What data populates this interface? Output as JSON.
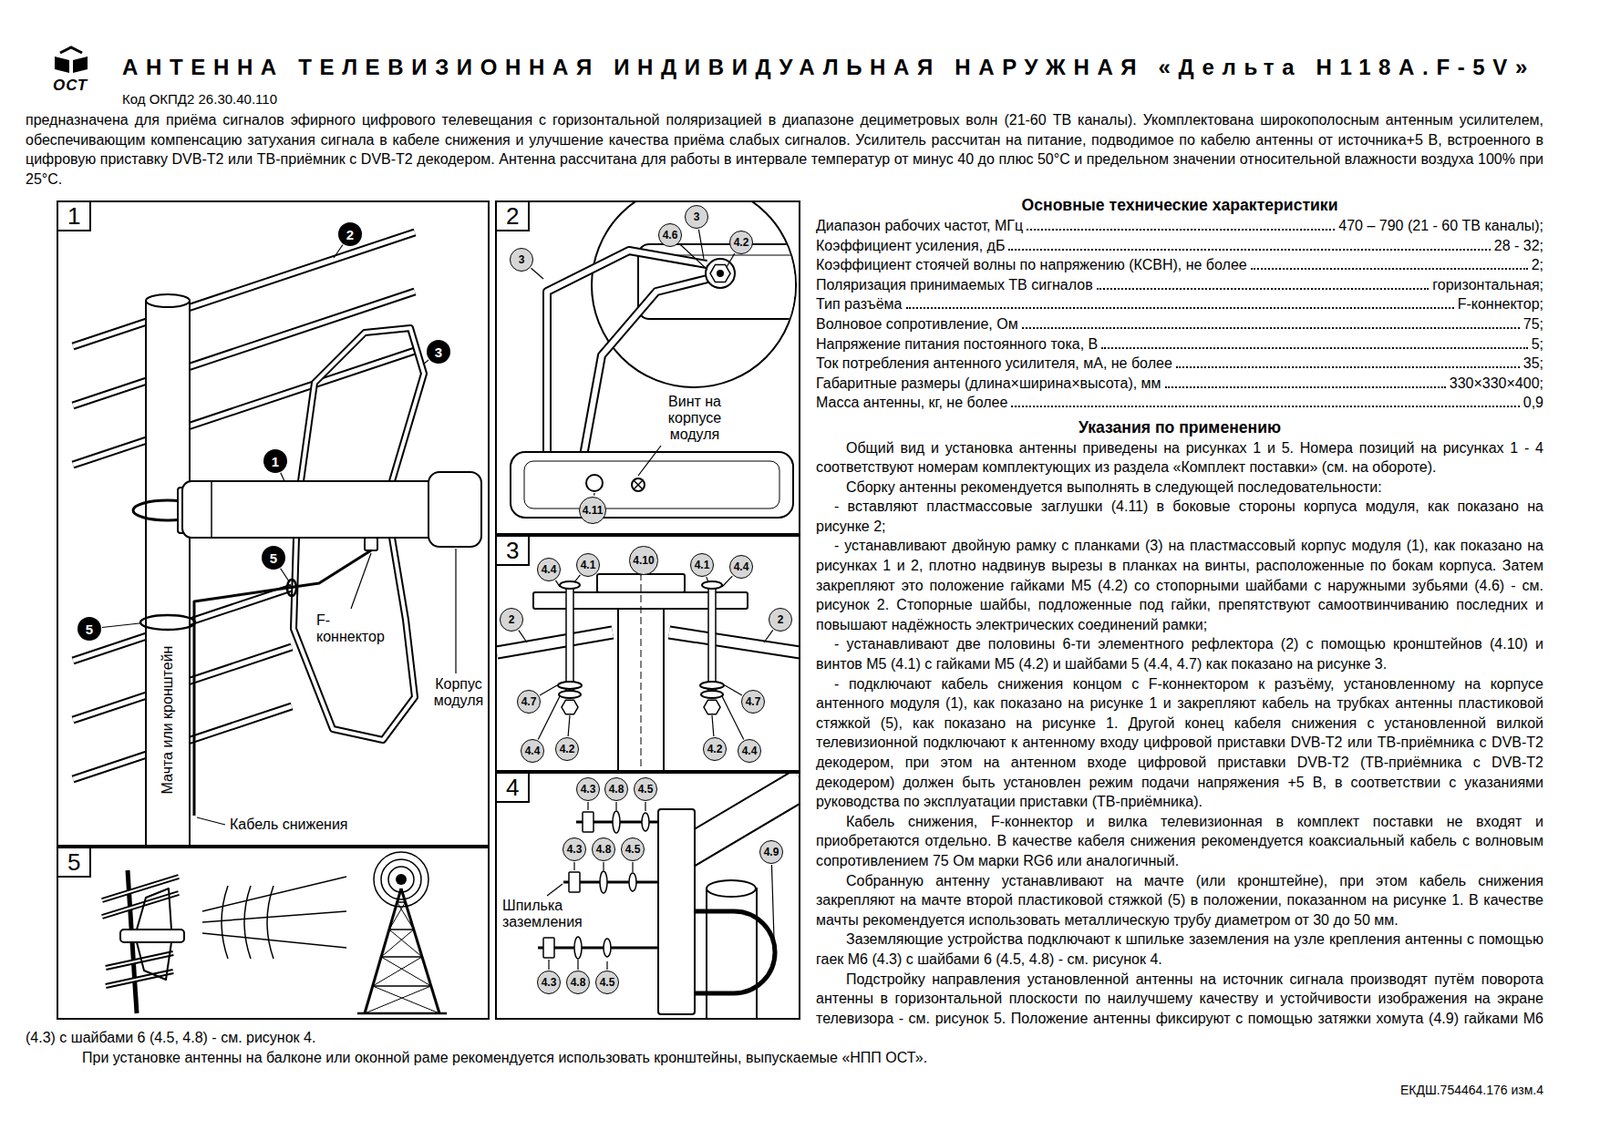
{
  "diagram": {
    "title": "АНТЕННА ТЕЛЕВИЗИОННАЯ ИНДИВИДУАЛЬНАЯ НАРУЖНАЯ «Дельта Н118А.F-5V»",
    "nodes": [
      {
        "text": [
          "1"
        ]
      },
      {
        "text": [
          "2"
        ],
        "in": 0
      },
      {
        "text": [
          "3"
        ],
        "in": 0
      },
      {
        "text": [
          "1"
        ],
        "in": 0
      },
      {
        "text": [
          "5"
        ],
        "in": 0
      },
      {
        "text": [
          "5"
        ],
        "in": 0
      },
      {
        "text": [
          "2"
        ]
      },
      {
        "text": [
          "3"
        ],
        "in": 6
      },
      {
        "text": [
          "4.6"
        ],
        "in": 6
      },
      {
        "text": [
          "4.2"
        ],
        "in": 6
      },
      {
        "text": [
          "3"
        ],
        "in": 6
      },
      {
        "text": [
          "4.11"
        ],
        "in": 6
      },
      {
        "text": [
          "3"
        ]
      },
      {
        "text": [
          "4.4"
        ],
        "in": 12
      },
      {
        "text": [
          "4.1"
        ],
        "in": 12
      },
      {
        "text": [
          "4.10"
        ],
        "in": 12
      },
      {
        "text": [
          "4.1"
        ],
        "in": 12
      },
      {
        "text": [
          "4.4"
        ],
        "in": 12
      },
      {
        "text": [
          "2"
        ],
        "in": 12
      },
      {
        "text": [
          "2"
        ],
        "in": 12
      },
      {
        "text": [
          "4.7"
        ],
        "in": 12
      },
      {
        "text": [
          "4.4"
        ],
        "in": 12
      },
      {
        "text": [
          "4.2"
        ],
        "in": 12
      },
      {
        "text": [
          "4.2"
        ],
        "in": 12
      },
      {
        "text": [
          "4.7"
        ],
        "in": 12
      },
      {
        "text": [
          "4.4"
        ],
        "in": 12
      },
      {
        "text": [
          "4"
        ]
      },
      {
        "text": [
          "4.3"
        ],
        "in": 26
      },
      {
        "text": [
          "4.8"
        ],
        "in": 26
      },
      {
        "text": [
          "4.5"
        ],
        "in": 26
      },
      {
        "text": [
          "4.3"
        ],
        "in": 26
      },
      {
        "text": [
          "4.8"
        ],
        "in": 26
      },
      {
        "text": [
          "4.5"
        ],
        "in": 26
      },
      {
        "text": [
          "4.9"
        ],
        "in": 26
      },
      {
        "text": [
          "4.3"
        ],
        "in": 26
      },
      {
        "text": [
          "4.8"
        ],
        "in": 26
      },
      {
        "text": [
          "4.5"
        ],
        "in": 26
      },
      {
        "text": [
          "5"
        ]
      }
    ],
    "labels": [
      "ОСТ",
      "Код ОКПД2 26.30.40.110",
      "предназначена для приёма сигналов эфирного цифрового телевещания с горизонтальной поляризацией в диапазоне дециметровых волн (21-60 ТВ каналы). Укомплектована широкополосным антенным усилителем, обеспечивающим компенсацию затухания сигнала в кабеле снижения и улучшение качества приёма слабых сигналов. Усилитель рассчитан на питание, подводимое по кабелю антенны от источника+5 В, встроенного в цифровую приставку DVB-T2 или ТВ-приёмник с DVB-T2 декодером. Антенна рассчитана для работы в интервале температур от минус 40 до плюс 50°С и предельном значении относительной влажности воздуха 100% при 25°С.",
      "Основные технические характеристики",
      "Диапазон рабочих частот, МГц",
      "470 – 790 (21 - 60 ТВ каналы);",
      "Коэффициент усиления, дБ",
      "28 - 32;",
      "Коэффициент стоячей волны по напряжению (КСВН), не более",
      "2;",
      "Поляризация принимаемых ТВ сигналов",
      "горизонтальная;",
      "Тип разъёма",
      "F-коннектор;",
      "Волновое сопротивление, Ом",
      "75;",
      "Напряжение питания постоянного тока, В",
      "5;",
      "Ток потребления антенного усилителя, мА, не более",
      "35;",
      "Габаритные размеры (длина×ширина×высота), мм",
      "330×330×400;",
      "Масса антенны, кг, не более",
      "0,9",
      "Указания по применению",
      "Общий вид и установка антенны приведены на рисунках 1 и 5. Номера позиций на рисунках 1 - 4 соответствуют номерам комплектующих из раздела «Комплект поставки» (см. на обороте).",
      "Сборку антенны рекомендуется выполнять в следующей последовательности:",
      "- вставляют пластмассовые заглушки (4.11) в боковые стороны корпуса модуля, как показано на рисунке 2;",
      "- устанавливают двойную рамку с планками (3) на пластмассовый корпус модуля (1), как показано на рисунках 1 и 2, плотно надвинув вырезы в планках на винты, расположенные по бокам корпуса. Затем закрепляют это положение гайками М5 (4.2) со стопорными шайбами с наружными зубьями (4.6) - см. рисунок 2. Стопорные шайбы, подложенные под гайки, препятствуют самоотвинчиванию последних и повышают надёжность электрических соединений рамки;",
      "- устанавливают две половины 6-ти элементного рефлектора (2) с помощью кронштейнов (4.10) и винтов М5 (4.1) с гайками М5 (4.2) и шайбами 5 (4.4, 4.7) как показано на рисунке 3.",
      "- подключают кабель снижения концом с F-коннектором к разъёму, установленному на корпусе антенного модуля (1), как показано на рисунке 1 и закрепляют кабель на трубках антенны пластиковой стяжкой (5), как показано на рисунке 1. Другой конец кабеля снижения с установленной вилкой телевизионной подключают к антенному входу цифровой приставки DVB-T2 или ТВ-приёмника с DVB-T2 декодером, при этом на антенном входе цифровой приставки DVB-T2 (ТВ-приёмника с DVB-T2 декодером) должен быть установлен режим подачи напряжения +5 В, в соответствии с указаниями руководства по эксплуатации приставки (ТВ-приёмника).",
      "Кабель снижения, F-коннектор и вилка телевизионная в комплект поставки не входят и приобретаются отдельно. В качестве кабеля снижения рекомендуется коаксиальный кабель с волновым сопротивлением 75 Ом марки RG6 или аналогичный.",
      "Собранную антенну устанавливают на мачте (или кронштейне), при этом кабель снижения закрепляют на мачте второй пластиковой стяжкой (5) в положении, показанном на рисунке 1. В качестве мачты рекомендуется использовать металлическую трубу диаметром от 30 до 50 мм.",
      "Заземляющие устройства подключают к шпильке заземления на узле крепления антенны с помощью гаек М6 (4.3) с шайбами 6 (4.5, 4.8) - см. рисунок 4.",
      "Подстройку направления установленной антенны на источник сигнала производят путём поворота антенны в горизонтальной плоскости по наилучшему качеству и устойчивости изображения на экране телевизора - см. рисунок 5. Положение антенны фиксируют с помощью затяжки хомута (4.9) гайками М6 (4.3) с шайбами 6 (4.5, 4.8) - см. рисунок 4.",
      "При установке антенны на балконе или оконной раме рекомендуется использовать кронштейны, выпускаемые «НПП ОСТ».",
      "F-коннектор",
      "Корпус модуля",
      "Мачта или кронштейн",
      "Кабель снижения",
      "Винт на корпусе модуля",
      "Шпилька заземления",
      "ЕКДШ.754464.176 изм.4"
    ]
  }
}
